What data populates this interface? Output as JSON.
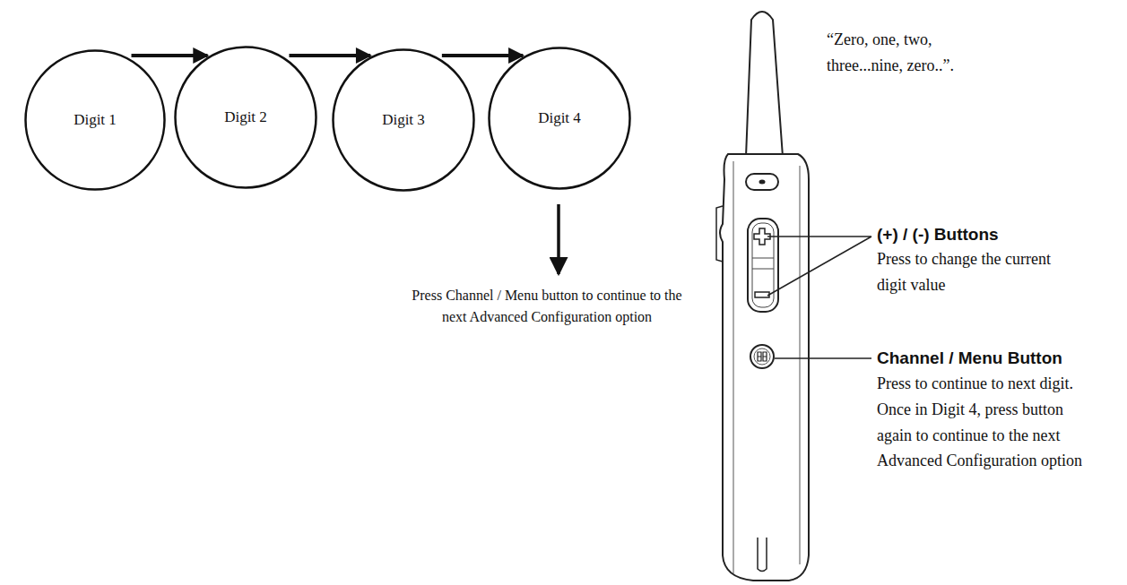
{
  "diagram": {
    "nodes": [
      {
        "text": [
          "Digit 1"
        ]
      },
      {
        "text": [
          "Digit 2"
        ]
      },
      {
        "text": [
          "Digit 3"
        ]
      },
      {
        "text": [
          "Digit 4"
        ]
      }
    ],
    "edges": [
      {
        "from": 0,
        "to": 1,
        "arrow": "to"
      },
      {
        "from": 1,
        "to": 2,
        "arrow": "to"
      },
      {
        "from": 2,
        "to": 3,
        "arrow": "to"
      }
    ],
    "labels": [
      "“Zero, one, two, three...nine, zero..”.",
      "(+) / (-) Buttons",
      "Press to change the current digit value",
      "Channel / Menu Button",
      "Press to continue to next digit. Once in Digit 4, press button again to continue to the next Advanced Configuration option",
      "Press Channel / Menu button to continue to the next Advanced Configuration option"
    ]
  }
}
